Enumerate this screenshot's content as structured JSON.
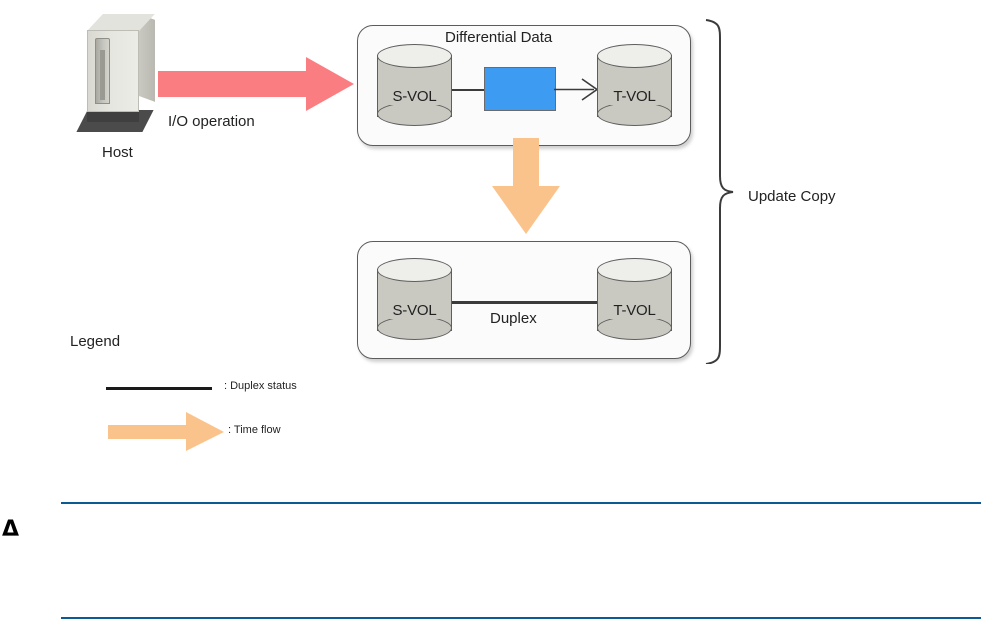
{
  "diagram": {
    "title_note": "Update Copy replication diagram",
    "host": {
      "label": "Host",
      "icon": "server-tower-icon"
    },
    "io_arrow": {
      "label": "I/O operation",
      "color": "#fa7d82",
      "icon": "right-arrow-icon"
    },
    "time_arrow": {
      "color": "#fac38c",
      "icon": "down-arrow-icon"
    },
    "top_pair": {
      "title": "Differential Data",
      "source_volume": "S-VOL",
      "target_volume": "T-VOL",
      "differential_block_color": "#3d9bf2",
      "flow_icon": "arrow-right-icon"
    },
    "bottom_pair": {
      "status": "Duplex",
      "source_volume": "S-VOL",
      "target_volume": "T-VOL"
    },
    "brace": {
      "label": "Update Copy",
      "icon": "curly-brace-icon"
    },
    "legend": {
      "title": "Legend",
      "items": [
        {
          "symbol": "solid-line",
          "label": ": Duplex status"
        },
        {
          "symbol": "orange-arrow",
          "label": ": Time flow"
        }
      ]
    }
  },
  "footer": {
    "marker": "Δ",
    "rule_color": "#0b5a96"
  }
}
